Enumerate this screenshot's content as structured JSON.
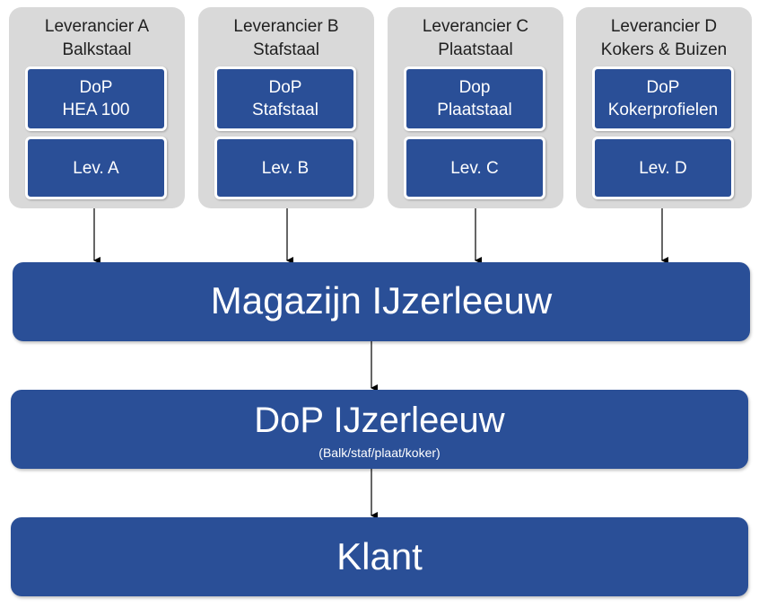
{
  "suppliers": [
    {
      "title_line1": "Leverancier A",
      "title_line2": "Balkstaal",
      "dop_line1": "DoP",
      "dop_line2": "HEA 100",
      "lev": "Lev. A"
    },
    {
      "title_line1": "Leverancier B",
      "title_line2": "Stafstaal",
      "dop_line1": "DoP",
      "dop_line2": "Stafstaal",
      "lev": "Lev. B"
    },
    {
      "title_line1": "Leverancier C",
      "title_line2": "Plaatstaal",
      "dop_line1": "Dop",
      "dop_line2": "Plaatstaal",
      "lev": "Lev. C"
    },
    {
      "title_line1": "Leverancier D",
      "title_line2": "Kokers & Buizen",
      "dop_line1": "DoP",
      "dop_line2": "Kokerprofielen",
      "lev": "Lev. D"
    }
  ],
  "magazijn": {
    "title": "Magazijn IJzerleeuw"
  },
  "dop_ijzerleeuw": {
    "title": "DoP IJzerleeuw",
    "subtitle": "(Balk/staf/plaat/koker)"
  },
  "klant": {
    "title": "Klant"
  },
  "colors": {
    "box_blue": "#2a4f97",
    "panel_gray": "#d9d9d9",
    "arrow": "#000000"
  }
}
